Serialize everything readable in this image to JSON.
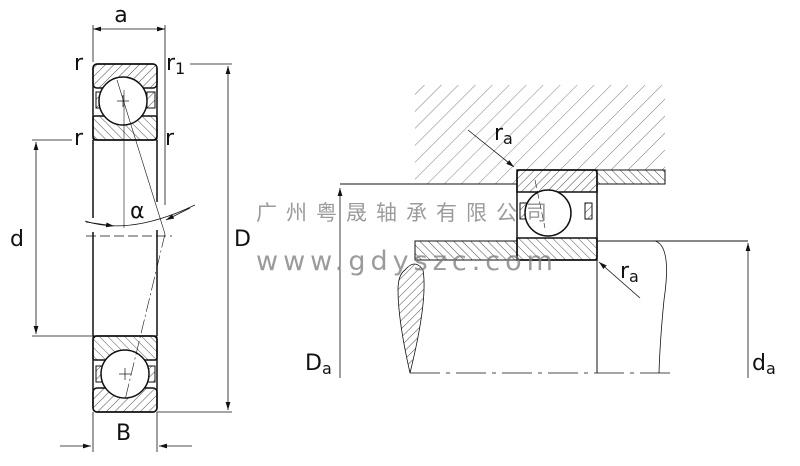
{
  "diagram": {
    "left_labels": {
      "a": "a",
      "r": "r",
      "r1_base": "r",
      "r1_sub": "1",
      "alpha": "α",
      "d": "d",
      "D": "D",
      "B": "B"
    },
    "right_labels": {
      "ra_base": "r",
      "ra_sub": "a",
      "Da_base": "D",
      "Da_sub": "a",
      "da_base": "d",
      "da_sub": "a"
    },
    "watermark": {
      "company": "广州粤晟轴承有限公司",
      "url": "www.gdyszc.com"
    }
  }
}
